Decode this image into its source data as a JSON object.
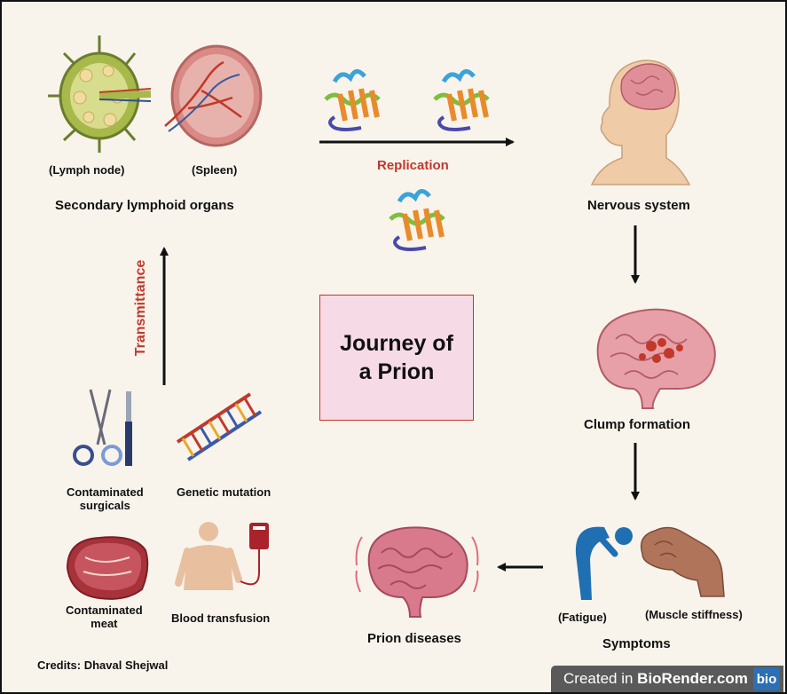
{
  "center": {
    "title": "Journey of\na Prion"
  },
  "organs": {
    "lymph_node": "(Lymph node)",
    "spleen": "(Spleen)",
    "group_label": "Secondary lymphoid organs"
  },
  "replication": {
    "label": "Replication"
  },
  "nervous": {
    "label": "Nervous system"
  },
  "clump": {
    "label": "Clump formation"
  },
  "symptoms": {
    "fatigue": "(Fatigue)",
    "muscle": "(Muscle stiffness)",
    "label": "Symptoms"
  },
  "diseases": {
    "label": "Prion diseases"
  },
  "transmittance": {
    "label": "Transmittance"
  },
  "sources": {
    "surgicals_1": "Contaminated",
    "surgicals_2": "surgicals",
    "genetic": "Genetic mutation",
    "meat_1": "Contaminated",
    "meat_2": "meat",
    "blood": "Blood transfusion"
  },
  "credits": "Credits: Dhaval Shejwal",
  "badge": {
    "prefix": "Created in",
    "brand": "BioRender.com",
    "logo": "bio"
  },
  "colors": {
    "accent_red": "#c0392b",
    "box_fill": "#f6dbe6",
    "background": "#f8f4ec",
    "brain_pink": "#e8a0a8",
    "fatigue_blue": "#1f6fb2"
  },
  "icons": [
    "lymph-node-icon",
    "spleen-icon",
    "prion-protein-icon",
    "head-brain-icon",
    "brain-clumps-icon",
    "fatigue-figure-icon",
    "stiff-hand-icon",
    "diseased-brain-icon",
    "surgical-tools-icon",
    "dna-icon",
    "raw-meat-icon",
    "blood-transfusion-icon"
  ]
}
